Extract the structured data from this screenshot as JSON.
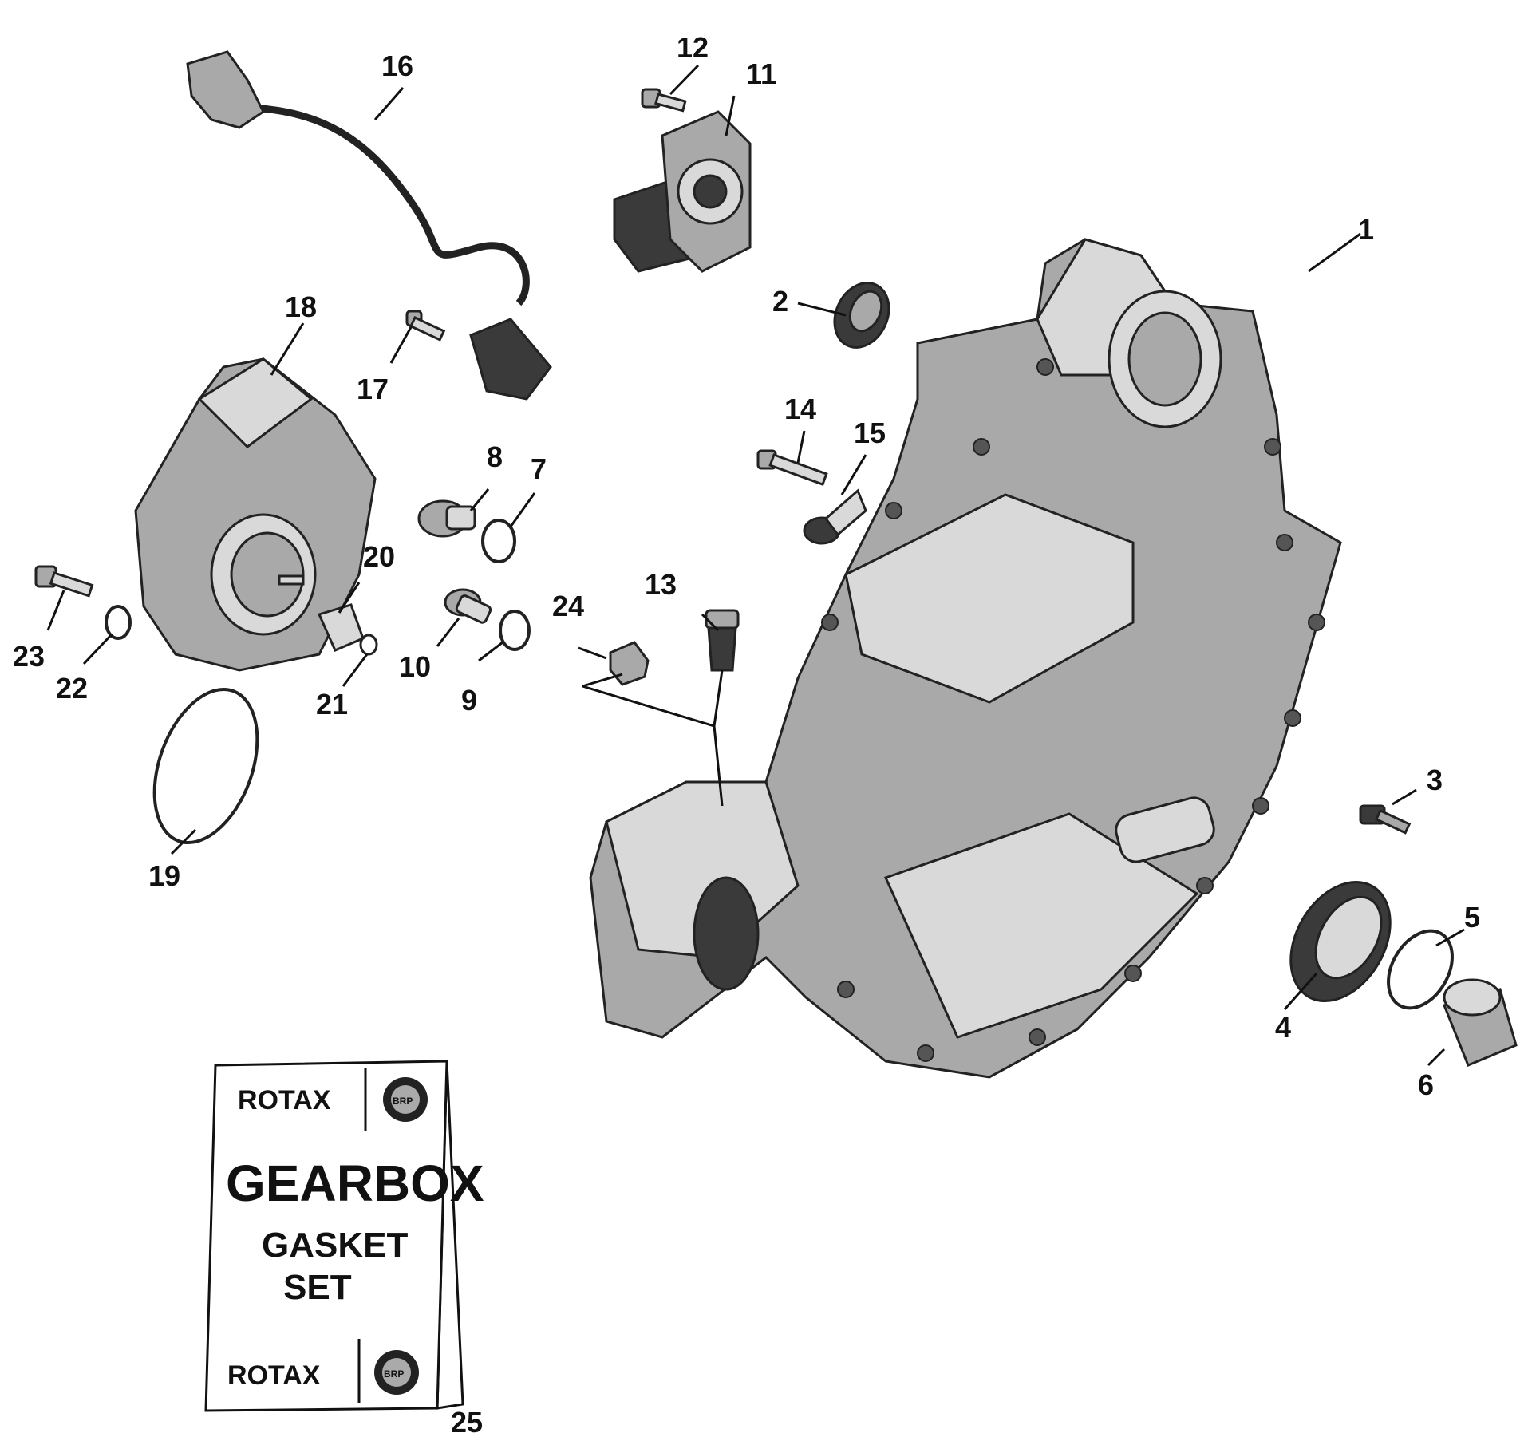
{
  "callouts": [
    {
      "id": "1",
      "label": "1"
    },
    {
      "id": "2",
      "label": "2"
    },
    {
      "id": "3",
      "label": "3"
    },
    {
      "id": "4",
      "label": "4"
    },
    {
      "id": "5",
      "label": "5"
    },
    {
      "id": "6",
      "label": "6"
    },
    {
      "id": "7",
      "label": "7"
    },
    {
      "id": "8",
      "label": "8"
    },
    {
      "id": "9",
      "label": "9"
    },
    {
      "id": "10",
      "label": "10"
    },
    {
      "id": "11",
      "label": "11"
    },
    {
      "id": "12",
      "label": "12"
    },
    {
      "id": "13",
      "label": "13"
    },
    {
      "id": "14",
      "label": "14"
    },
    {
      "id": "15",
      "label": "15"
    },
    {
      "id": "16",
      "label": "16"
    },
    {
      "id": "17",
      "label": "17"
    },
    {
      "id": "18",
      "label": "18"
    },
    {
      "id": "19",
      "label": "19"
    },
    {
      "id": "20",
      "label": "20"
    },
    {
      "id": "21",
      "label": "21"
    },
    {
      "id": "22",
      "label": "22"
    },
    {
      "id": "23",
      "label": "23"
    },
    {
      "id": "24",
      "label": "24"
    },
    {
      "id": "25",
      "label": "25"
    }
  ],
  "kit": {
    "brand_top": "ROTAX",
    "title": "GEARBOX",
    "line2": "GASKET",
    "line3": "SET",
    "brand_bottom": "ROTAX",
    "logo_text": "BRP"
  }
}
